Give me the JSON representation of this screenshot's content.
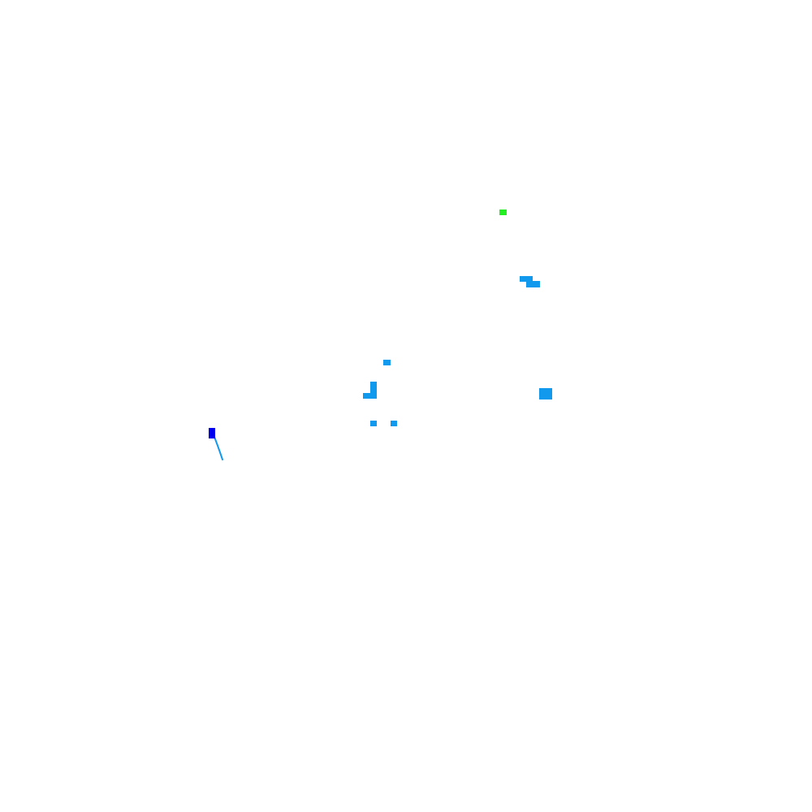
{
  "scene": {
    "background_color": "#ffffff",
    "colors": {
      "marker": "#22ee22",
      "block": "#1199ee",
      "player": "#0000ee",
      "trail": "#1199ee"
    },
    "entities": [
      {
        "name": "marker-green",
        "kind": "marker",
        "color_key": "marker"
      },
      {
        "name": "block-a1",
        "kind": "block",
        "color_key": "block"
      },
      {
        "name": "block-a2",
        "kind": "block",
        "color_key": "block"
      },
      {
        "name": "block-b",
        "kind": "block",
        "color_key": "block"
      },
      {
        "name": "block-c1",
        "kind": "block",
        "color_key": "block"
      },
      {
        "name": "block-c2",
        "kind": "block",
        "color_key": "block"
      },
      {
        "name": "block-d",
        "kind": "block",
        "color_key": "block"
      },
      {
        "name": "block-e",
        "kind": "block",
        "color_key": "block"
      },
      {
        "name": "block-f",
        "kind": "block",
        "color_key": "block"
      },
      {
        "name": "player",
        "kind": "player",
        "color_key": "player"
      }
    ]
  }
}
